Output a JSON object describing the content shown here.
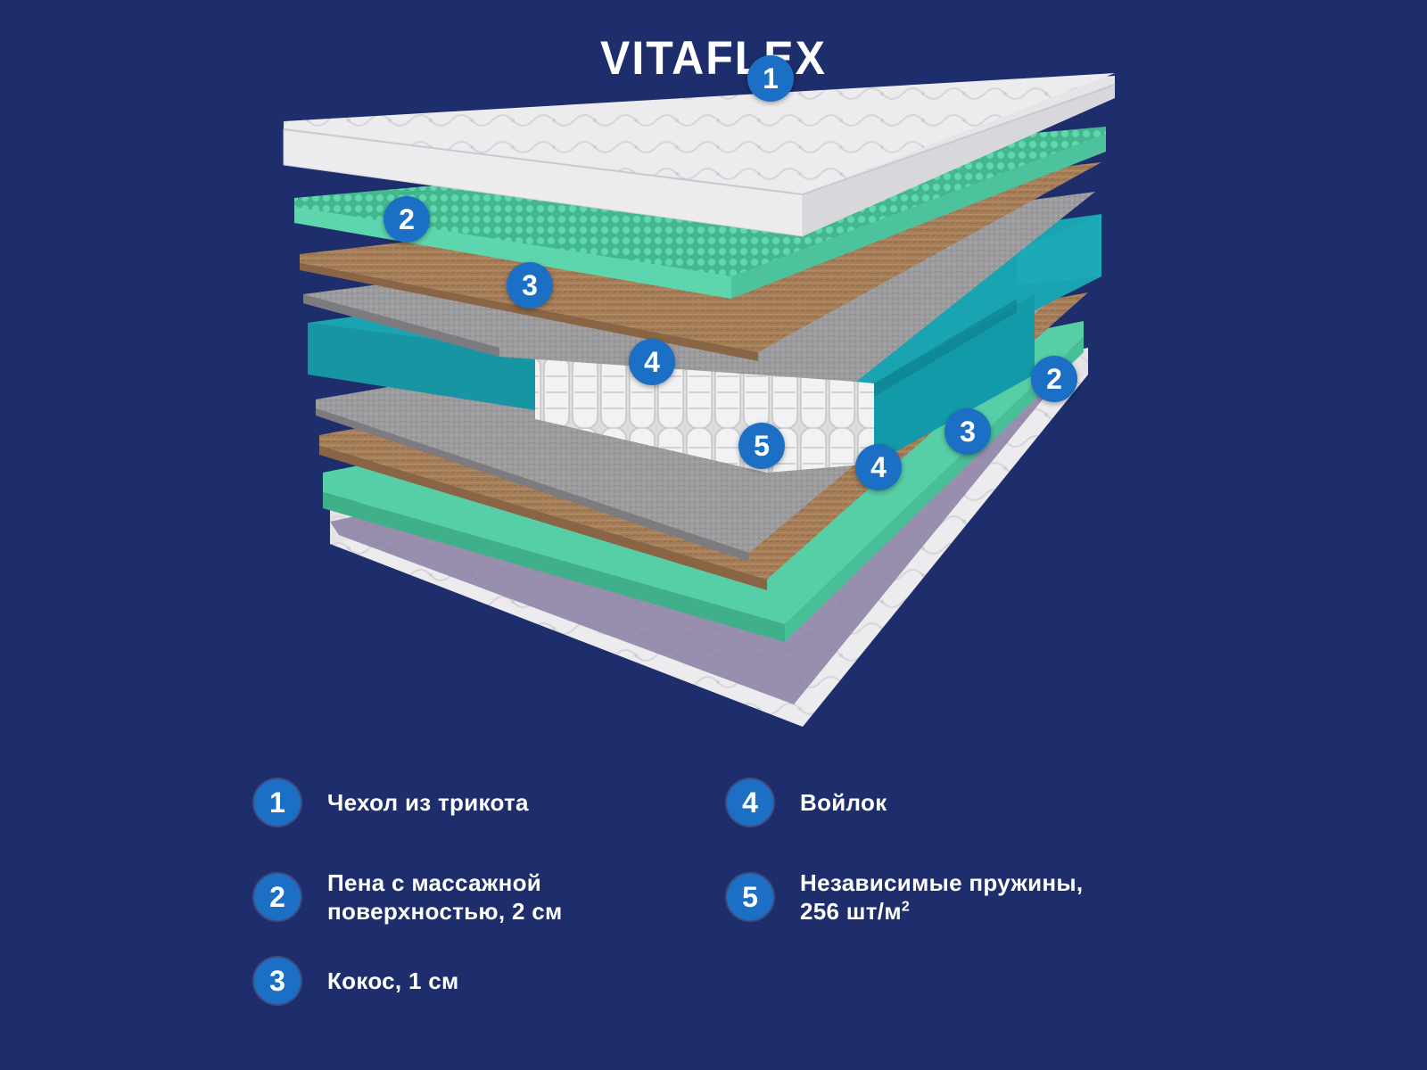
{
  "brand": "VITAFLEX",
  "colors": {
    "background": "#1e2d6b",
    "badge": "#1b6fc4",
    "cover": "#e8e8ea",
    "massage_foam": "#5ed6ad",
    "coconut": "#a57d58",
    "felt": "#9a9a9c",
    "spring_frame": "#1ba0ae",
    "lower_block": "#8c7fa8"
  },
  "markers": [
    "1",
    "2",
    "3",
    "4",
    "5",
    "2",
    "3",
    "4"
  ],
  "legend": [
    {
      "number": "1",
      "line1": "Чехол из трикота",
      "line2": ""
    },
    {
      "number": "2",
      "line1": "Пена с массажной",
      "line2": "поверхностью, 2 см"
    },
    {
      "number": "3",
      "line1": "Кокос, 1 см",
      "line2": ""
    },
    {
      "number": "4",
      "line1": "Войлок",
      "line2": ""
    },
    {
      "number": "5",
      "line1": "Независимые пружины,",
      "line2": "256 шт/м",
      "sup": "2"
    }
  ]
}
